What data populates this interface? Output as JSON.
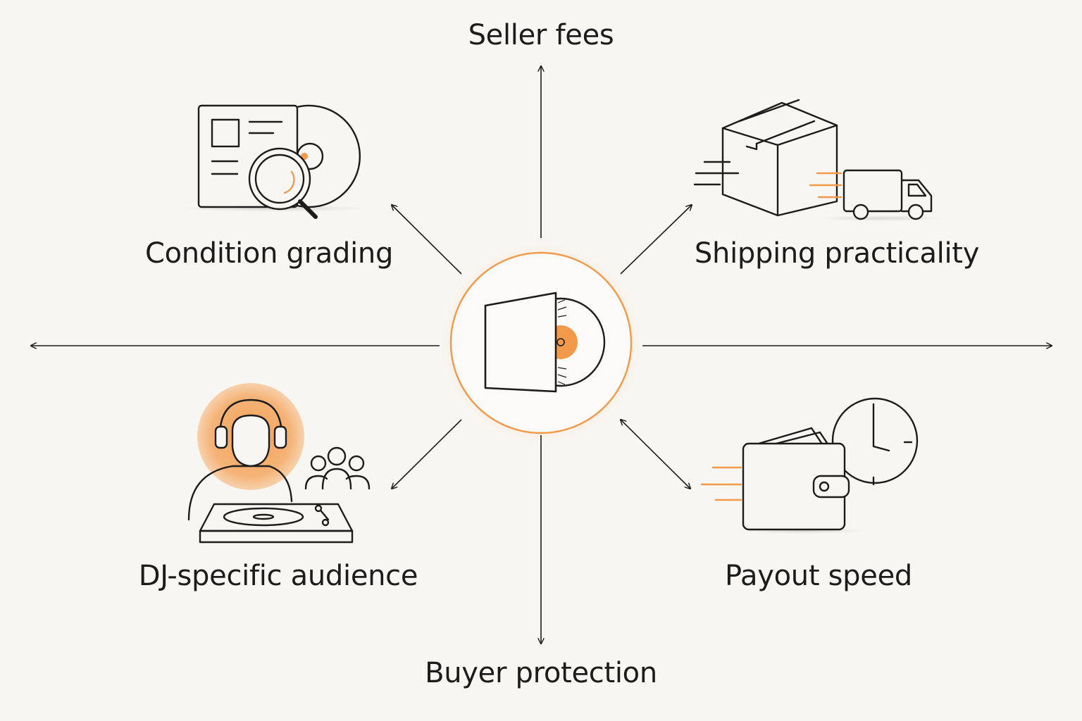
{
  "labels": {
    "top": "Seller fees",
    "bottom": "Buyer protection",
    "top_left": "Condition grading",
    "top_right": "Shipping practicality",
    "bottom_left": "DJ-specific audience",
    "bottom_right": "Payout speed"
  },
  "icons": {
    "center": "vinyl-record-sleeve-icon",
    "top_left": "grading-document-magnifier-icon",
    "top_right": "package-truck-icon",
    "bottom_left": "dj-turntable-audience-icon",
    "bottom_right": "wallet-clock-icon"
  },
  "colors": {
    "background": "#f8f6f2",
    "stroke": "#1c1c1c",
    "accent": "#f29a4a",
    "accent_light": "#f7b77c"
  }
}
